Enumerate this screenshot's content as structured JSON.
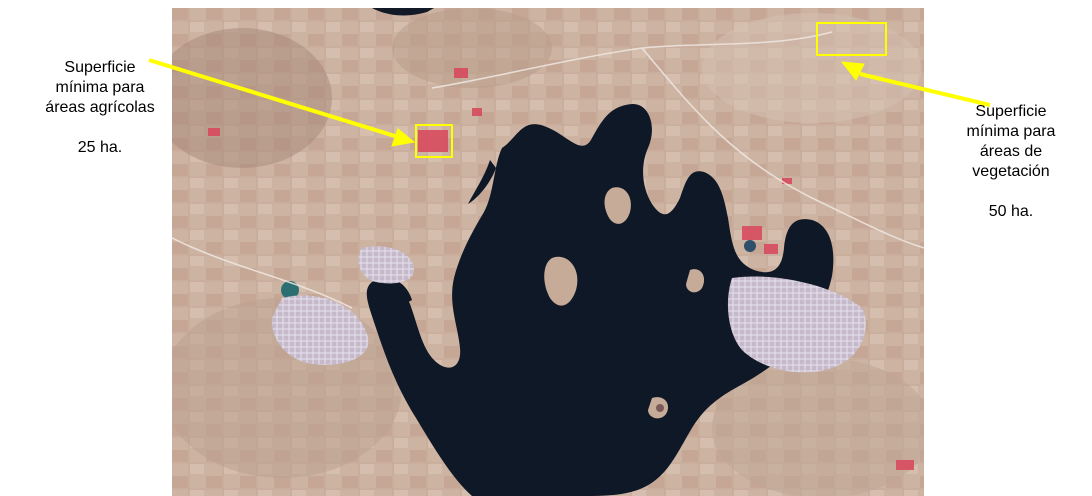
{
  "annotations": {
    "left": {
      "lines": [
        "Superficie",
        "mínima para",
        "áreas agrícolas"
      ],
      "area": "25 ha."
    },
    "right": {
      "lines": [
        "Superficie",
        "mínima para",
        "áreas de",
        "vegetación"
      ],
      "area": "50 ha."
    }
  },
  "colors": {
    "highlight": "#ffff00",
    "water": "#0f1826",
    "land": "#c9ac98",
    "vegetation": "#d8455a",
    "urban": "#b8b4cc"
  }
}
